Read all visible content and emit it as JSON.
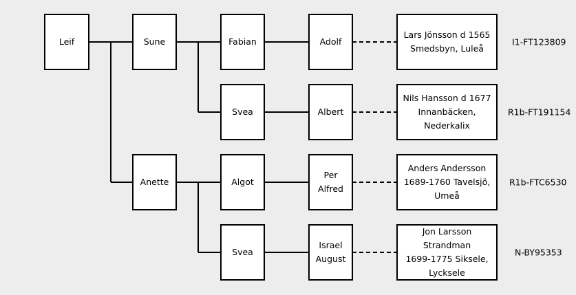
{
  "tree": {
    "root": "Leif",
    "parents": [
      "Sune",
      "Anette"
    ],
    "grandparents": [
      "Fabian",
      "Svea",
      "Algot",
      "Svea"
    ],
    "great_grandparents": [
      "Adolf",
      "Albert",
      "Per\nAlfred",
      "Israel\nAugust"
    ],
    "ancestors": [
      "Lars Jönsson d 1565\nSmedsbyn, Luleå",
      "Nils Hansson d 1677\nInnanbäcken,\nNederkalix",
      "Anders Andersson\n1689-1760 Tavelsjö,\nUmeå",
      "Jon Larsson Strandman\n1699-1775 Siksele,\nLycksele"
    ],
    "haplogroups": [
      "I1-FT123809",
      "R1b-FT191154",
      "R1b-FTC6530",
      "N-BY95353"
    ]
  },
  "colors": {
    "background": "#ededed",
    "box_fill": "#ffffff",
    "line": "#000000"
  }
}
